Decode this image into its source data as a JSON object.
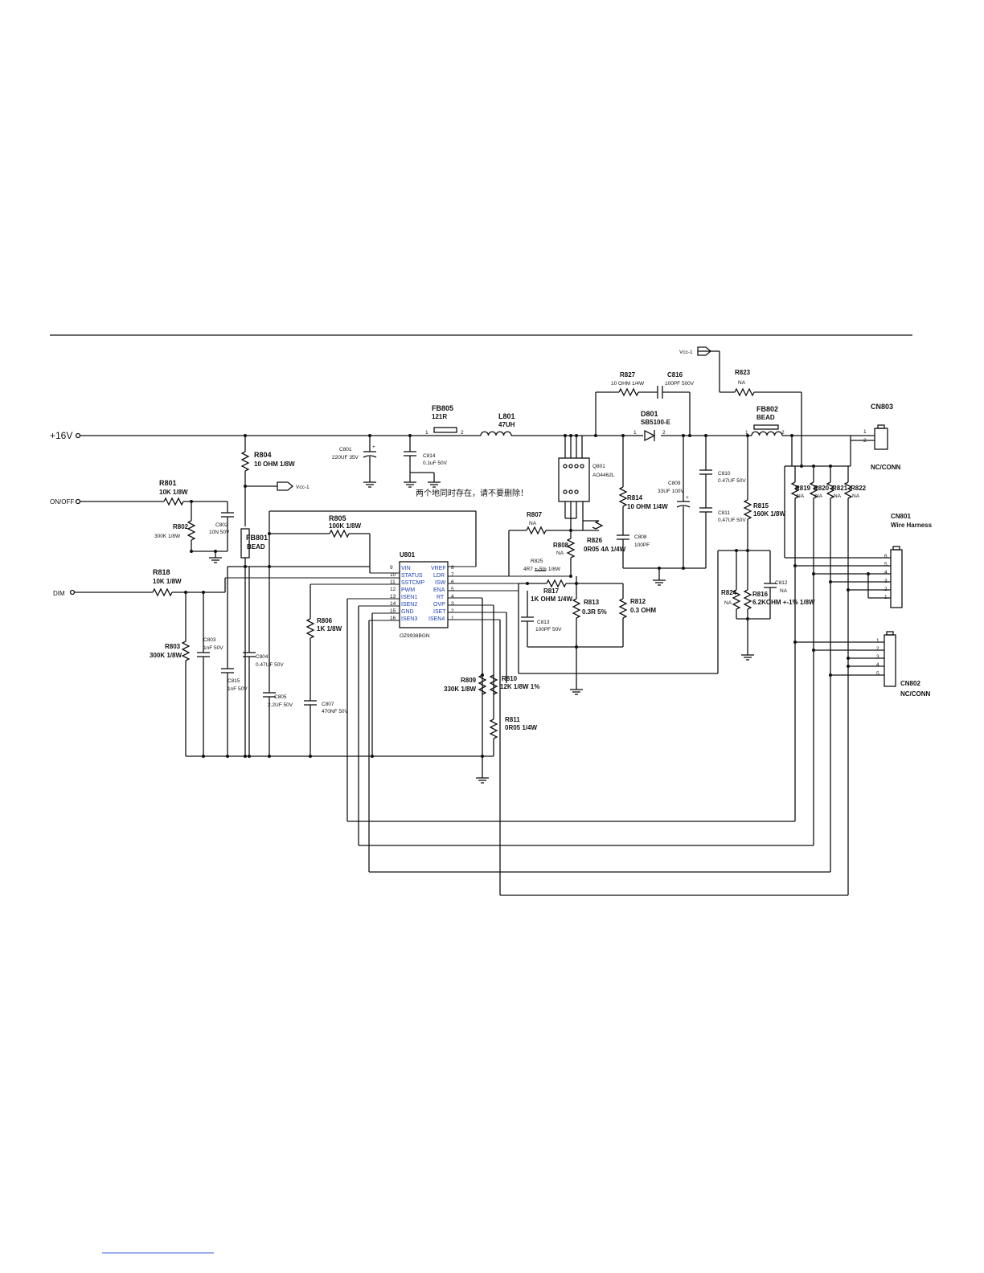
{
  "ports": {
    "v16": "+16V",
    "onoff": "ON/OFF",
    "dim": "DIM",
    "vcc1_out": "Vcc-1",
    "vcc1_in": "Vcc-1"
  },
  "note": "两个地同时存在，请不要删除！",
  "ic": {
    "ref": "U801",
    "part": "OZ9938BGN",
    "left_pins": [
      {
        "num": "9",
        "name": "VIN"
      },
      {
        "num": "10",
        "name": "STATUS"
      },
      {
        "num": "11",
        "name": "SSTCMP"
      },
      {
        "num": "12",
        "name": "PWM"
      },
      {
        "num": "13",
        "name": "ISEN1"
      },
      {
        "num": "14",
        "name": "ISEN2"
      },
      {
        "num": "15",
        "name": "GND"
      },
      {
        "num": "16",
        "name": "ISEN3"
      }
    ],
    "right_pins": [
      {
        "num": "8",
        "name": "VREF"
      },
      {
        "num": "7",
        "name": "LDR"
      },
      {
        "num": "6",
        "name": "ISW"
      },
      {
        "num": "5",
        "name": "ENA"
      },
      {
        "num": "4",
        "name": "RT"
      },
      {
        "num": "3",
        "name": "OVP"
      },
      {
        "num": "2",
        "name": "ISET"
      },
      {
        "num": "1",
        "name": "ISEN4"
      }
    ]
  },
  "mosfet": {
    "ref": "Q801",
    "part": "AO4462L"
  },
  "components": {
    "r801": {
      "ref": "R801",
      "value": "10K 1/8W"
    },
    "r802": {
      "ref": "R802",
      "value": "300K 1/8W"
    },
    "r803": {
      "ref": "R803",
      "value": "300K 1/8W"
    },
    "r804": {
      "ref": "R804",
      "value": "10 OHM 1/8W"
    },
    "r805": {
      "ref": "R805",
      "value": "100K 1/8W"
    },
    "r806": {
      "ref": "R806",
      "value": "1K 1/8W"
    },
    "r807": {
      "ref": "R807",
      "value": "NA"
    },
    "r808": {
      "ref": "R808",
      "value": "NA"
    },
    "r809": {
      "ref": "R809",
      "value": "330K 1/8W"
    },
    "r810": {
      "ref": "R810",
      "value": "12K 1/8W 1%"
    },
    "r811": {
      "ref": "R811",
      "value": "0R05 1/4W"
    },
    "r812": {
      "ref": "R812",
      "value": "0.3 OHM"
    },
    "r813": {
      "ref": "R813",
      "value": "0.3R 5%"
    },
    "r814": {
      "ref": "R814",
      "value": "10 OHM 1/4W"
    },
    "r815": {
      "ref": "R815",
      "value": "160K 1/8W"
    },
    "r816": {
      "ref": "R816",
      "value": "6.2KOHM +-1% 1/8W"
    },
    "r817": {
      "ref": "R817",
      "value": "1K OHM 1/4W"
    },
    "r818": {
      "ref": "R818",
      "value": "10K 1/8W"
    },
    "r819": {
      "ref": "R819",
      "value": "NA"
    },
    "r820": {
      "ref": "R820",
      "value": "NA"
    },
    "r821": {
      "ref": "R821",
      "value": "NA"
    },
    "r822": {
      "ref": "R822",
      "value": "NA"
    },
    "r823": {
      "ref": "R823",
      "value": "NA"
    },
    "r824": {
      "ref": "R824",
      "value": "NA"
    },
    "r825": {
      "ref": "R825",
      "value": "4R7 +-5% 1/8W"
    },
    "r826": {
      "ref": "R826",
      "value": "0R05 4A 1/4W"
    },
    "r827": {
      "ref": "R827",
      "value": "10 OHM 1/4W"
    },
    "c801": {
      "ref": "C801",
      "value": "220UF 35V"
    },
    "c802": {
      "ref": "C802",
      "value": "10N 50V"
    },
    "c803": {
      "ref": "C803",
      "value": "1nF 50V"
    },
    "c804": {
      "ref": "C804",
      "value": "0.47UF 50V"
    },
    "c805": {
      "ref": "C805",
      "value": "2.2UF 50V"
    },
    "c807": {
      "ref": "C807",
      "value": "470NF 50V"
    },
    "c808": {
      "ref": "C808",
      "value": "100PF"
    },
    "c809": {
      "ref": "C809",
      "value": "33UF 100V"
    },
    "c810": {
      "ref": "C810",
      "value": "0.47UF 50V"
    },
    "c811": {
      "ref": "C811",
      "value": "0.47UF 50V"
    },
    "c812": {
      "ref": "C812",
      "value": "NA"
    },
    "c813": {
      "ref": "C813",
      "value": "100PF 50V"
    },
    "c814": {
      "ref": "C814",
      "value": "0.1uF 50V"
    },
    "c815": {
      "ref": "C815",
      "value": "1nF 50V"
    },
    "c816": {
      "ref": "C816",
      "value": "100PF 500V"
    },
    "fb801": {
      "ref": "FB801",
      "value": "BEAD"
    },
    "fb802": {
      "ref": "FB802",
      "value": "BEAD"
    },
    "fb805": {
      "ref": "FB805",
      "value": "121R"
    },
    "l801": {
      "ref": "L801",
      "value": "47UH"
    },
    "d801": {
      "ref": "D801",
      "value": "SB5100-E"
    }
  },
  "connectors": {
    "cn803": {
      "ref": "CN803",
      "label": "NC/CONN",
      "pins": [
        "1",
        "2"
      ]
    },
    "cn801": {
      "ref": "CN801",
      "label": "Wire Harness",
      "pins": [
        "6",
        "5",
        "4",
        "3",
        "2",
        "1"
      ]
    },
    "cn802": {
      "ref": "CN802",
      "label": "NC/CONN",
      "pins": [
        "1",
        "2",
        "3",
        "4",
        "5"
      ]
    }
  },
  "pin_numbers": {
    "one": "1",
    "two": "2",
    "plus": "+"
  }
}
